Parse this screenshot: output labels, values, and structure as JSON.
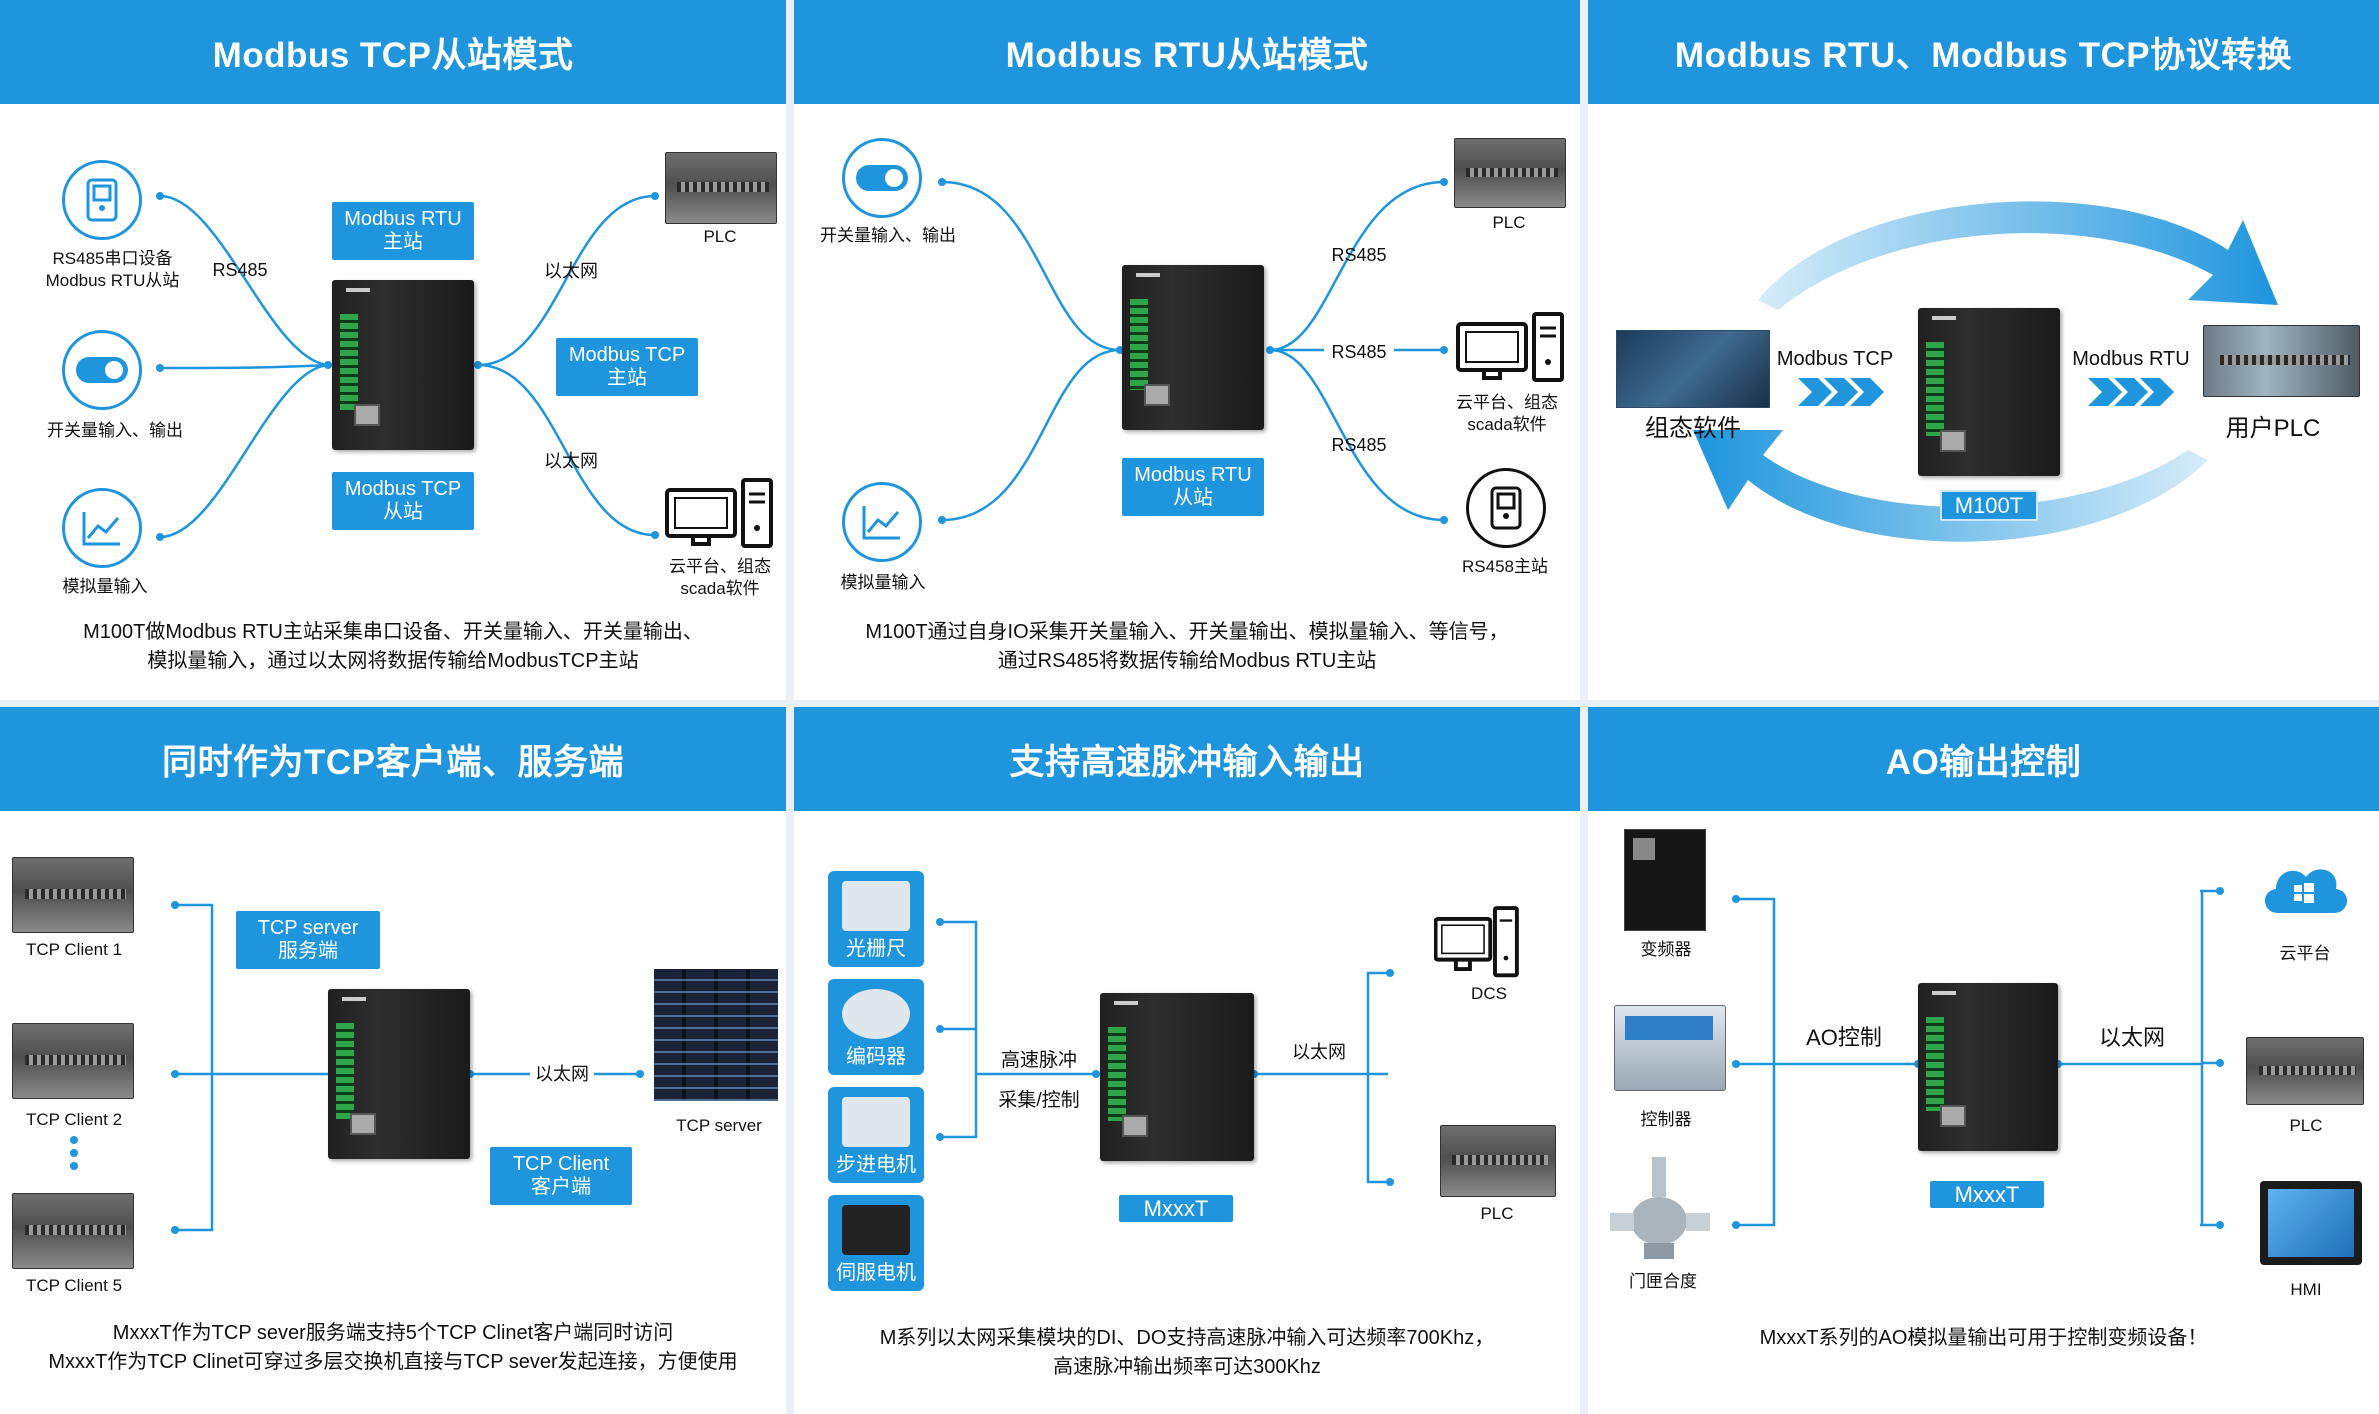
{
  "panels": {
    "p1": {
      "title": "Modbus TCP从站模式",
      "left_nodes": [
        "RS485串口设备\nModbus RTU从站",
        "开关量输入、输出",
        "模拟量输入"
      ],
      "rs485": "RS485",
      "ethernet": "以太网",
      "tags": {
        "master_rtu": [
          "Modbus RTU",
          "主站"
        ],
        "master_tcp": [
          "Modbus TCP",
          "主站"
        ],
        "slave_tcp": [
          "Modbus TCP",
          "从站"
        ]
      },
      "right_nodes": [
        "PLC",
        "云平台、组态\nscada软件"
      ],
      "desc": [
        "M100T做Modbus RTU主站采集串口设备、开关量输入、开关量输出、",
        "模拟量输入，通过以太网将数据传输给ModbusTCP主站"
      ]
    },
    "p2": {
      "title": "Modbus RTU从站模式",
      "left_nodes": [
        "开关量输入、输出",
        "模拟量输入"
      ],
      "rs485": "RS485",
      "tag": [
        "Modbus RTU",
        "从站"
      ],
      "right_nodes": [
        "PLC",
        "云平台、组态\nscada软件",
        "RS458主站"
      ],
      "desc": [
        "M100T通过自身IO采集开关量输入、开关量输出、模拟量输入、等信号，",
        "通过RS485将数据传输给Modbus RTU主站"
      ]
    },
    "p3": {
      "title": "Modbus RTU、Modbus TCP协议转换",
      "left_label": "组态软件",
      "proto_left": "Modbus TCP",
      "proto_right": "Modbus RTU",
      "right_label": "用户PLC",
      "model": "M100T"
    },
    "p4": {
      "title": "同时作为TCP客户端、服务端",
      "clients": [
        "TCP Client 1",
        "TCP Client 2",
        "TCP Client 5"
      ],
      "server_tag": [
        "TCP server",
        "服务端"
      ],
      "client_tag": [
        "TCP Client",
        "客户端"
      ],
      "ethernet": "以太网",
      "server_label": "TCP server",
      "desc": [
        "MxxxT作为TCP sever服务端支持5个TCP Clinet客户端同时访问",
        "MxxxT作为TCP Clinet可穿过多层交换机直接与TCP sever发起连接，方便使用"
      ]
    },
    "p5": {
      "title": "支持高速脉冲输入输出",
      "inputs": [
        "光栅尺",
        "编码器",
        "步进电机",
        "伺服电机"
      ],
      "pulse": [
        "高速脉冲",
        "采集/控制"
      ],
      "ethernet": "以太网",
      "model": "MxxxT",
      "right_nodes": [
        "DCS",
        "PLC"
      ],
      "desc": [
        "M系列以太网采集模块的DI、DO支持高速脉冲输入可达频率700Khz，",
        "高速脉冲输出频率可达300Khz"
      ]
    },
    "p6": {
      "title": "AO输出控制",
      "left_nodes": [
        "变频器",
        "控制器",
        "门匣合度"
      ],
      "ao": "AO控制",
      "ethernet": "以太网",
      "model": "MxxxT",
      "right_nodes": [
        "云平台",
        "PLC",
        "HMI"
      ],
      "desc": [
        "MxxxT系列的AO模拟量输出可用于控制变频设备！"
      ]
    }
  },
  "colors": {
    "accent": "#1e95dd",
    "background": "#ffffff",
    "separator": "#eaf0f5"
  },
  "icons": [
    "serial-port-icon",
    "toggle-switch-icon",
    "analog-chart-icon",
    "plc-icon",
    "computer-icon",
    "server-rack-icon",
    "cloud-icon",
    "hmi-icon",
    "valve-icon",
    "frequency-converter-icon",
    "controller-icon",
    "grating-ruler-icon",
    "encoder-icon",
    "stepper-motor-icon",
    "servo-motor-icon"
  ]
}
